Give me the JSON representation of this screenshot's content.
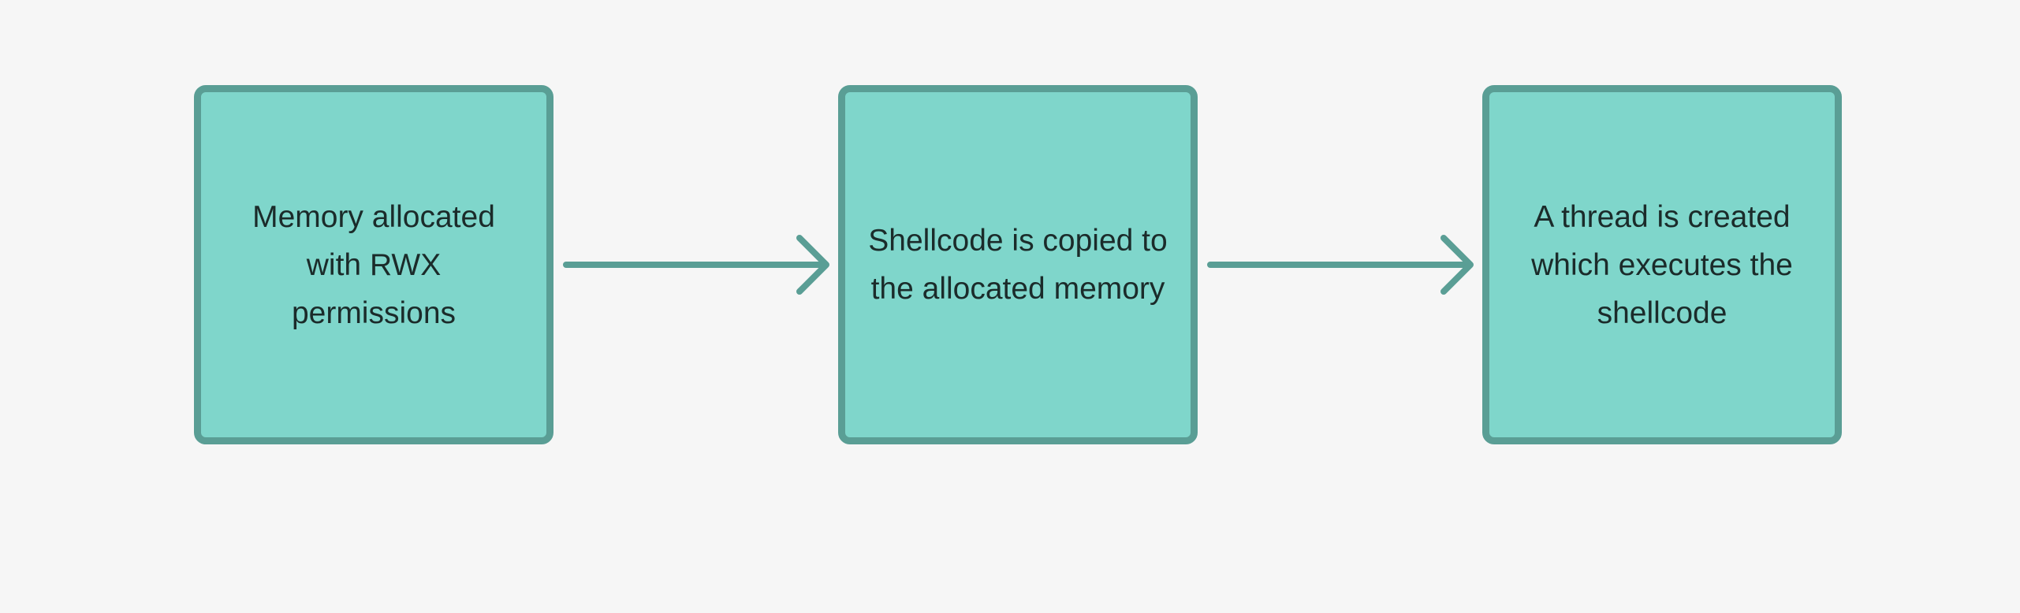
{
  "flow": {
    "steps": [
      {
        "text": "Memory allocated with RWX permissions"
      },
      {
        "text": "Shellcode is copied to the allocated memory"
      },
      {
        "text": "A thread is created which executes the shellcode"
      }
    ]
  },
  "colors": {
    "background": "#f6f6f6",
    "box_fill": "#7fd6cb",
    "box_border": "#5a9e95",
    "arrow": "#5a9e95",
    "text": "#1b2b2a"
  },
  "icons": [
    "arrow-right-icon"
  ]
}
